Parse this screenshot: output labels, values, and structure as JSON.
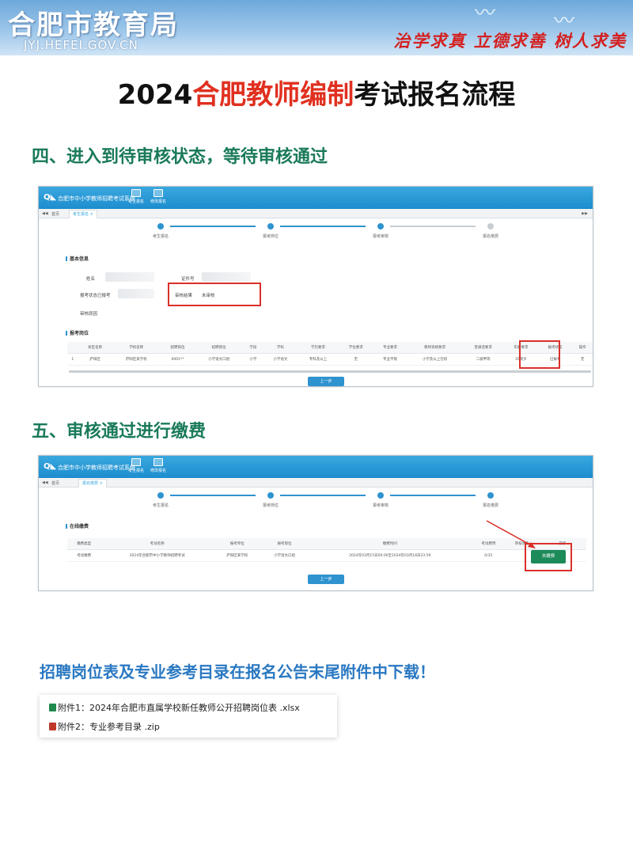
{
  "banner": {
    "site_name": "合肥市教育局",
    "site_url": "JYJ.HEFEI.GOV.CN",
    "motto": "治学求真 立德求善 树人求美"
  },
  "title": {
    "year": "2024",
    "highlight": "合肥教师编制",
    "rest": "考试报名流程"
  },
  "section4": {
    "heading": "四、进入到待审核状态，等待审核通过",
    "app_name": "合肥市中小学教师招聘考试系统",
    "nav": [
      "考生报名",
      "修改报名"
    ],
    "tabs": [
      "首页",
      "考生报名 ×"
    ],
    "steps": [
      "考生报名",
      "报考岗位",
      "报考审核",
      "报名缴费"
    ],
    "basic_info_title": "基本信息",
    "name_label": "姓名",
    "id_label": "证件号",
    "status_label": "报考状态",
    "status_value": "已报考",
    "review_label": "审核结果",
    "review_value": "未审核",
    "reason_label": "审核原因",
    "position_title": "报考岗位",
    "table_headers": [
      "",
      "县区名称",
      "学校名称",
      "招聘岗位",
      "招聘岗位",
      "学段",
      "学科",
      "学历要求",
      "学位要求",
      "专业要求",
      "教师资格要求",
      "普通话要求",
      "年龄要求",
      "报考状态",
      "操作"
    ],
    "table_row": [
      "1",
      "庐阳区",
      "庐阳区某学校",
      "0001**",
      "小学语文口组",
      "小学",
      "小学语文",
      "专科及以上",
      "无",
      "专业不限",
      "小学及以上在校",
      "二级甲等",
      "35周岁",
      "已报考",
      "无"
    ],
    "prev_button": "上一步"
  },
  "section5": {
    "heading": "五、审核通过进行缴费",
    "app_name": "合肥市中小学教师招聘考试系统",
    "nav": [
      "考生报名",
      "修改报名"
    ],
    "tabs": [
      "首页",
      "报名缴费 ×"
    ],
    "steps": [
      "考生报名",
      "报考岗位",
      "报考审核",
      "报名缴费"
    ],
    "pay_title": "在线缴费",
    "table_headers": [
      "缴费类型",
      "考试名称",
      "报考单位",
      "报考岗位",
      "缴费时间",
      "考试费用",
      "审核状态",
      "操作"
    ],
    "table_row": [
      "考试缴费",
      "2024年合肥市中小学教师招聘考试",
      "庐阳区某学校",
      "小学语文口组",
      "2024年03月15日00:00至2024年03月18日23:59",
      "0/35",
      "",
      ""
    ],
    "pay_button": "去缴费",
    "prev_button": "上一步"
  },
  "note": {
    "text": "招聘岗位表及专业参考目录在报名公告末尾附件中下载！"
  },
  "attachments": [
    {
      "label": "附件1：2024年合肥市直属学校新任教师公开招聘岗位表 .xlsx",
      "icon": "excel-icon",
      "color": "#1f8a4c"
    },
    {
      "label": "附件2：专业参考目录 .zip",
      "icon": "zip-icon",
      "color": "#c0392b"
    }
  ],
  "colors": {
    "accent_red": "#e03020",
    "heading_green": "#1a7a5a",
    "note_blue": "#2a78c2",
    "app_blue": "#2e93cf"
  }
}
